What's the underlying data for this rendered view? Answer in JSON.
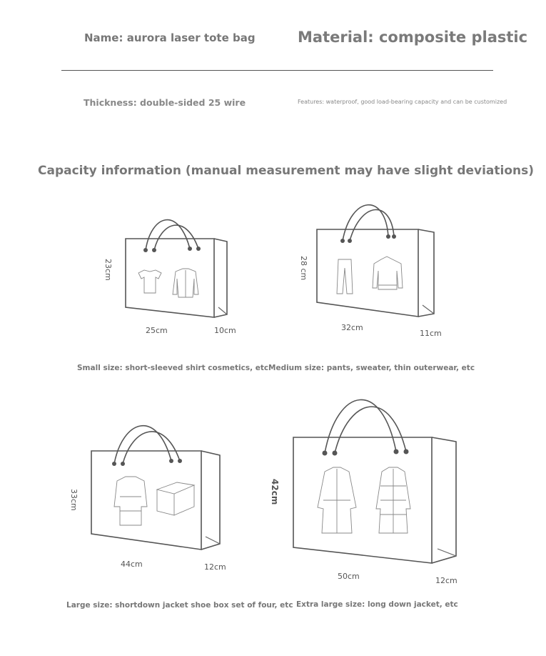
{
  "header": {
    "name": "Name: aurora laser tote bag",
    "material": "Material: composite plastic",
    "thickness": "Thickness: double-sided 25 wire",
    "features": "Features: waterproof, good load-bearing capacity and can be customized"
  },
  "capacity_title": "Capacity information (manual measurement may have slight deviations)",
  "bags": [
    {
      "size": "small",
      "height": "23cm",
      "width": "25cm",
      "depth": "10cm",
      "caption": "Small size: short-sleeved shirt cosmetics, etc",
      "items": [
        "t-shirt-icon",
        "shirt-icon"
      ]
    },
    {
      "size": "medium",
      "height": "28 cm",
      "width": "32cm",
      "depth": "11cm",
      "caption": "Medium size: pants, sweater, thin outerwear, etc",
      "items": [
        "pants-icon",
        "sweater-icon"
      ]
    },
    {
      "size": "large",
      "height": "33cm",
      "width": "44cm",
      "depth": "12cm",
      "caption": "Large size: shortdown jacket shoe box set of four, etc",
      "items": [
        "down-jacket-icon",
        "shoe-box-icon"
      ]
    },
    {
      "size": "extra-large",
      "height": "42cm",
      "width": "50cm",
      "depth": "12cm",
      "caption": "Extra large size: long down jacket, etc",
      "items": [
        "coat-icon",
        "long-down-jacket-icon"
      ]
    }
  ]
}
